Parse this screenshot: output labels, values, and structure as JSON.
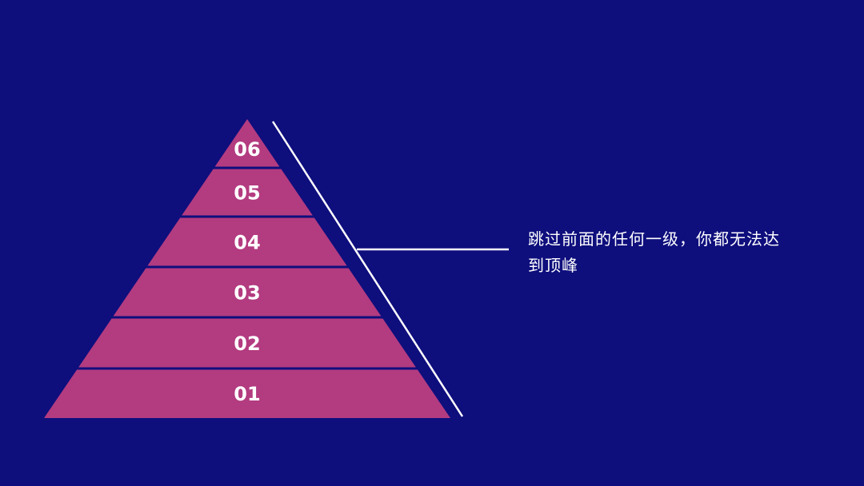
{
  "colors": {
    "background": "#0e0e7d",
    "pyramid_fill": "#b33b80",
    "text": "#ffffff",
    "line": "#ffffff"
  },
  "pyramid": {
    "levels": [
      {
        "label": "06"
      },
      {
        "label": "05"
      },
      {
        "label": "04"
      },
      {
        "label": "03"
      },
      {
        "label": "02"
      },
      {
        "label": "01"
      }
    ]
  },
  "annotation": {
    "text": "跳过前面的任何一级，你都无法达到顶峰"
  }
}
